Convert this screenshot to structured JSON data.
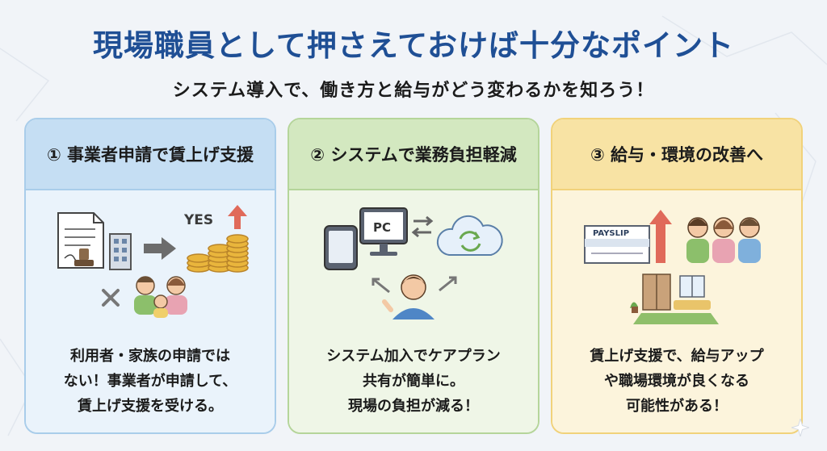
{
  "title": "現場職員として押さえておけば十分なポイント",
  "subtitle": "システム導入で、働き方と給与がどう変わるかを知ろう！",
  "cards": [
    {
      "heading": "① 事業者申請で賃上げ支援",
      "lines": [
        "利用者・家族の申請では",
        "ない！事業者が申請して、",
        "賃上げ支援を受ける。"
      ],
      "illus": {
        "yes_label": "YES",
        "icons": [
          "document-stamp-icon",
          "building-icon",
          "arrow-right-icon",
          "coins-icon",
          "up-arrow-icon",
          "cross-icon",
          "family-icon"
        ]
      }
    },
    {
      "heading": "② システムで業務負担軽減",
      "lines": [
        "システム加入でケアプラン",
        "共有が簡単に。",
        "現場の負担が減る！"
      ],
      "illus": {
        "pc_label": "PC",
        "icons": [
          "tablet-icon",
          "pc-monitor-icon",
          "exchange-arrows-icon",
          "cloud-sync-icon",
          "staff-person-icon"
        ]
      }
    },
    {
      "heading": "③ 給与・環境の改善へ",
      "lines": [
        "賃上げ支援で、給与アップ",
        "や職場環境が良くなる",
        "可能性がある！"
      ],
      "illus": {
        "payslip_label": "PAYSLIP",
        "icons": [
          "payslip-icon",
          "up-arrow-icon",
          "staff-group-icon",
          "room-furniture-icon"
        ]
      }
    }
  ],
  "colors": {
    "title": "#1f4f95",
    "card1": "#c5def3",
    "card2": "#d3e8c0",
    "card3": "#f8e3a4",
    "arrow_red": "#e06a5a",
    "coin_gold": "#e9b53c"
  }
}
